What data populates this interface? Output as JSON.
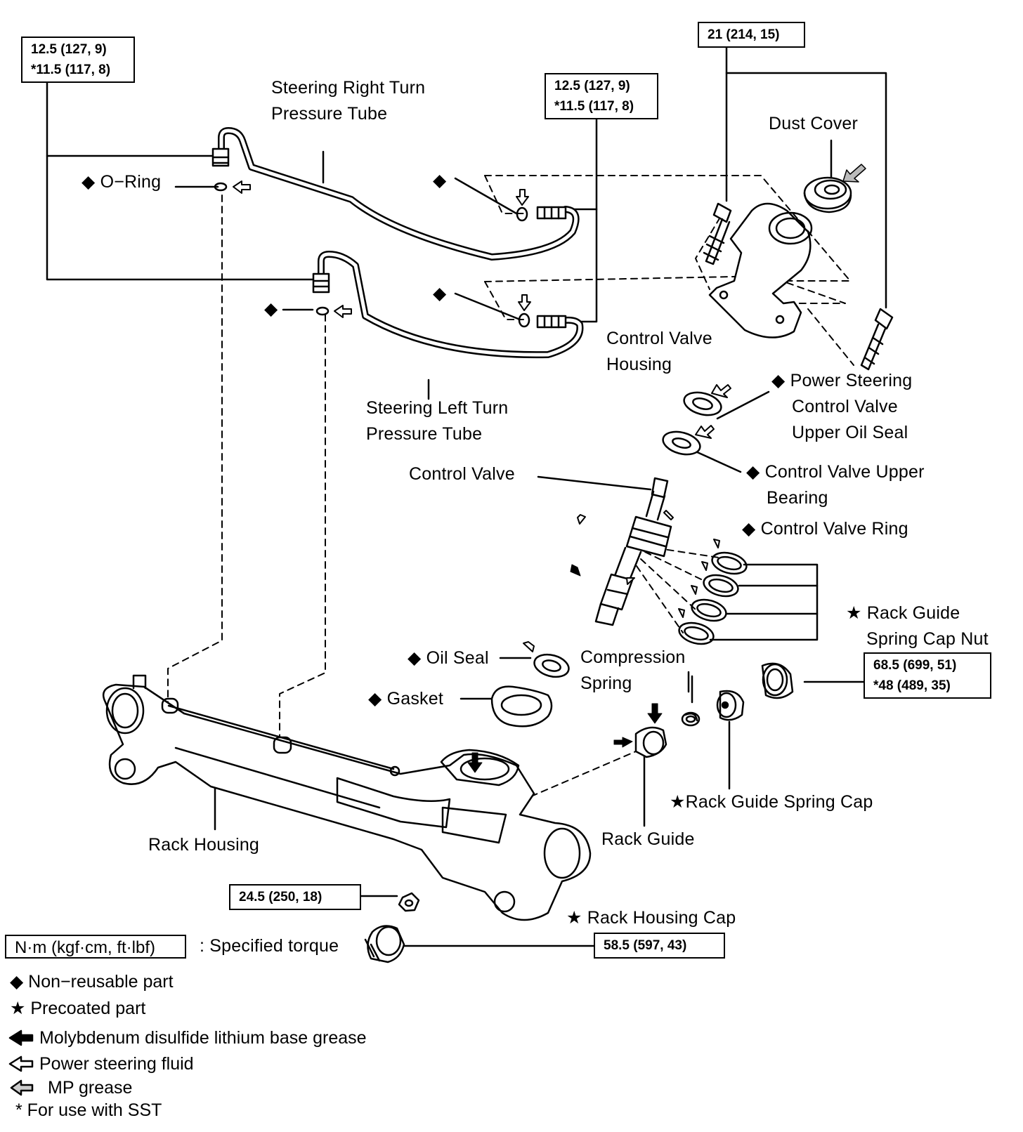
{
  "torque_boxes": {
    "left_tube_union": [
      "12.5 (127, 9)",
      "*11.5 (117, 8)"
    ],
    "right_tube_union": [
      "12.5 (127, 9)",
      "*11.5 (117, 8)"
    ],
    "housing_bolt": [
      "21 (214, 15)"
    ],
    "spring_cap_nut": [
      "68.5 (699, 51)",
      "*48 (489, 35)"
    ],
    "rack_housing_nut": [
      "24.5 (250, 18)"
    ],
    "rack_housing_cap": [
      "58.5 (597, 43)"
    ]
  },
  "labels": {
    "right_tube": [
      "Steering Right Turn",
      "Pressure Tube"
    ],
    "left_tube": [
      "Steering Left Turn",
      "Pressure Tube"
    ],
    "o_ring": "◆ O−Ring",
    "diamond_1": "◆",
    "diamond_2": "◆",
    "diamond_3": "◆",
    "dust_cover": "Dust Cover",
    "control_valve_housing": [
      "Control Valve",
      "Housing"
    ],
    "upper_oil_seal": [
      "◆ Power Steering",
      "Control Valve",
      "Upper Oil Seal"
    ],
    "upper_bearing": [
      "◆ Control Valve Upper",
      "Bearing"
    ],
    "control_valve": "Control Valve",
    "control_valve_ring": "◆ Control Valve Ring",
    "rack_guide_spring_cap_nut": [
      "★ Rack Guide",
      "Spring Cap Nut"
    ],
    "oil_seal": "◆ Oil Seal",
    "compression_spring": [
      "Compression",
      "Spring"
    ],
    "gasket": "◆ Gasket",
    "rack_guide_spring_cap": "★Rack Guide Spring Cap",
    "rack_guide": "Rack Guide",
    "rack_housing": "Rack Housing",
    "rack_housing_cap": "★ Rack Housing Cap"
  },
  "legend": {
    "unit_box": "N·m (kgf·cm, ft·lbf)",
    "specified_torque": ": Specified torque",
    "non_reusable": "◆ Non−reusable part",
    "precoated": "★ Precoated part",
    "moly_grease": "Molybdenum disulfide lithium base grease",
    "ps_fluid": "Power steering fluid",
    "mp_grease": "MP grease",
    "sst": "* For use with SST"
  }
}
